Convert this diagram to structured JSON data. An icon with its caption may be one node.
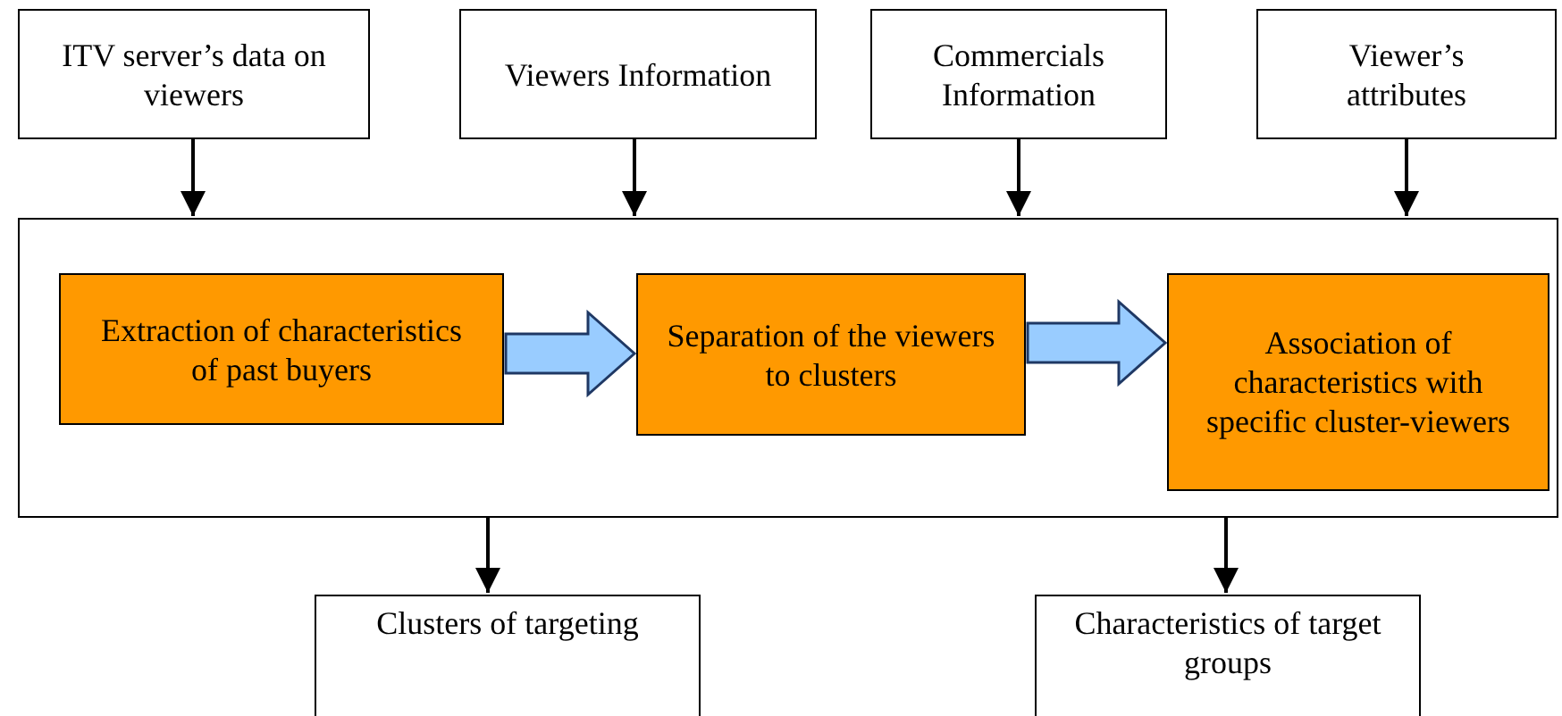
{
  "diagram": {
    "nodes": [
      {
        "text": [
          "ITV server’s data on viewers"
        ]
      },
      {
        "text": [
          "Viewers Information"
        ]
      },
      {
        "text": [
          "Commercials Information"
        ]
      },
      {
        "text": [
          "Viewer’s attributes"
        ]
      },
      {
        "text": [],
        "shape": "box"
      },
      {
        "text": [
          "Extraction of characteristics of past buyers"
        ],
        "in": 4
      },
      {
        "text": [
          "Separation of the viewers to clusters"
        ],
        "in": 4
      },
      {
        "text": [
          "Association of characteristics with specific cluster-viewers"
        ],
        "in": 4
      },
      {
        "text": [
          "Clusters of targeting"
        ]
      },
      {
        "text": [
          "Characteristics of target groups"
        ]
      }
    ],
    "edges": [
      {
        "from": 0,
        "to": 4,
        "arrow": "to"
      },
      {
        "from": 1,
        "to": 4,
        "arrow": "to"
      },
      {
        "from": 2,
        "to": 4,
        "arrow": "to"
      },
      {
        "from": 3,
        "to": 4,
        "arrow": "to"
      },
      {
        "from": 5,
        "to": 6,
        "arrow": "to",
        "style": "thick",
        "color": "#99ccff"
      },
      {
        "from": 6,
        "to": 7,
        "arrow": "to",
        "style": "thick",
        "color": "#99ccff"
      },
      {
        "from": 4,
        "to": 8,
        "arrow": "to"
      },
      {
        "from": 4,
        "to": 9,
        "arrow": "to"
      }
    ]
  }
}
